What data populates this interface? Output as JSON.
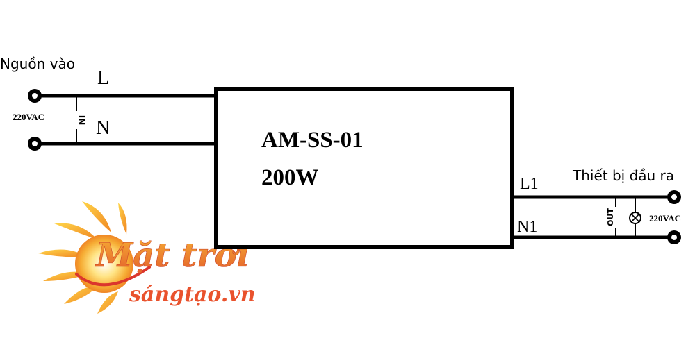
{
  "input": {
    "title": "Nguồn vào",
    "voltage": "220VAC",
    "terminal_label": "IN",
    "line_label": "L",
    "neutral_label": "N"
  },
  "device": {
    "model": "AM-SS-01",
    "power": "200W"
  },
  "output": {
    "title": "Thiết bị đầu ra",
    "voltage": "220VAC",
    "terminal_label": "OUT",
    "line_label": "L1",
    "neutral_label": "N1"
  },
  "logo": {
    "brand_line1": "Mặt trời",
    "brand_line2": "sángtạo.vn"
  },
  "colors": {
    "wire": "#000000",
    "logo_orange": "#f29a1e",
    "logo_red": "#d9261c",
    "logo_yellow": "#ffd23a"
  }
}
